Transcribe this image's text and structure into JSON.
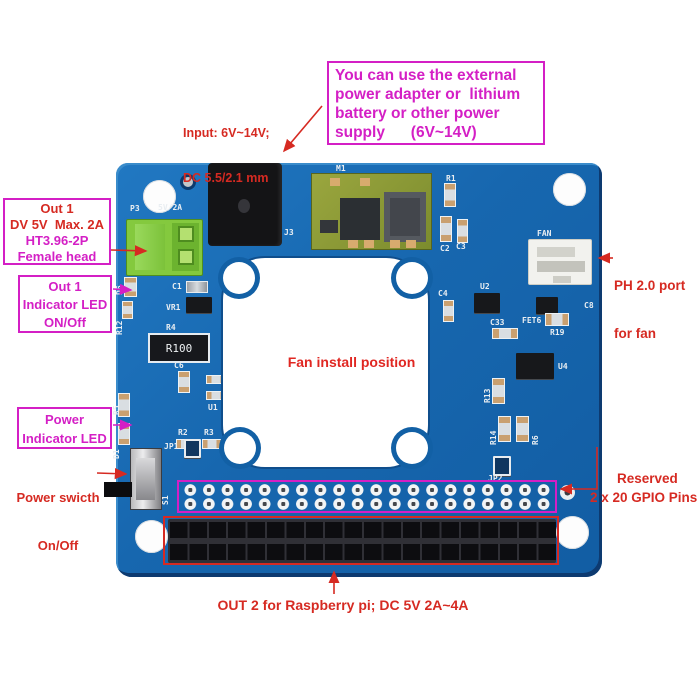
{
  "colors": {
    "magenta": "#d41fc5",
    "red": "#d62a22",
    "board": "#1666ae",
    "board-edge": "#0d3a70"
  },
  "annotations": {
    "note_box": {
      "lines": [
        "You can use the external",
        "power adapter or  lithium",
        "battery or other power",
        "supply      (6V~14V)"
      ]
    },
    "input_label": {
      "lines": [
        "Input: 6V~14V;",
        "DC 5.5/2.1 mm"
      ]
    },
    "out1_box": {
      "red_lines": [
        "Out 1",
        "DV 5V  Max. 2A"
      ],
      "magenta_lines": [
        "HT3.96-2P",
        "Female head"
      ]
    },
    "out1_led_box": {
      "lines": [
        "Out 1",
        "Indicator LED",
        "ON/Off"
      ]
    },
    "power_led_box": {
      "lines": [
        "Power",
        "Indicator LED"
      ]
    },
    "power_switch_label": {
      "lines": [
        "Power swicth",
        "On/Off"
      ]
    },
    "fan_port_label": {
      "lines": [
        "PH 2.0 port",
        "for fan"
      ]
    },
    "gpio_label": {
      "lines": [
        "Reserved",
        "2 x 20 GPIO Pins"
      ]
    },
    "out2_label": {
      "text": "OUT 2 for Raspberry pi; DC 5V 2A~4A"
    },
    "fan_install_label": {
      "text": "Fan install position"
    }
  },
  "board": {
    "silkscreen": {
      "p3": "P3",
      "v5": "5V/2A",
      "j3": "J3",
      "m1": "M1",
      "r1": "R1",
      "c2": "C2",
      "c3": "C3",
      "fan": "FAN",
      "u2": "U2",
      "c4": "C4",
      "fet6": "FET6",
      "c8": "C8",
      "r19": "R19",
      "c33": "C33",
      "u4": "U4",
      "r13": "R13",
      "r14": "R14",
      "r6": "R6",
      "jp2": "JP2",
      "c1": "C1",
      "vr1": "VR1",
      "r4": "R4",
      "r100": "R100",
      "c6": "C6",
      "u1": "U1",
      "d6": "D6",
      "r12": "R12",
      "r5": "R5",
      "d1": "D1",
      "r2": "R2",
      "r3": "R3",
      "jp1": "JP1",
      "s1": "S1"
    }
  }
}
